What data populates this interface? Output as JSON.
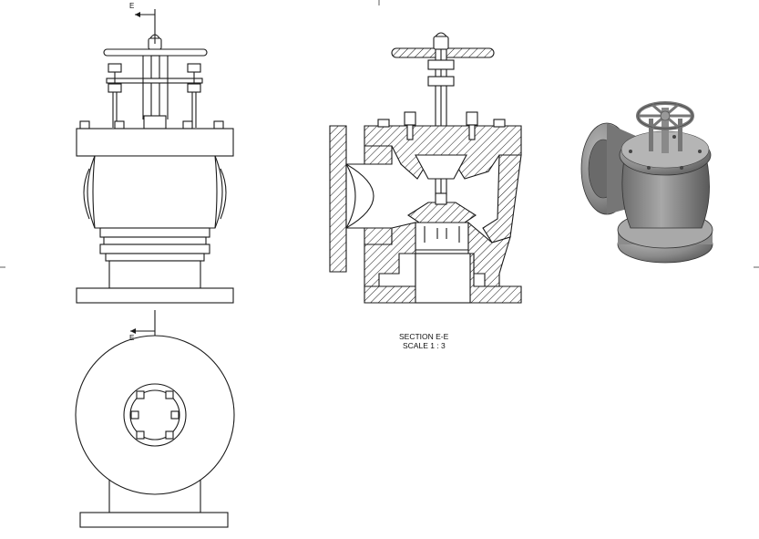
{
  "section_marker_top": "E",
  "section_marker_bottom": "E",
  "section_caption": {
    "line1": "SECTION E-E",
    "line2": "SCALE 1 : 3"
  },
  "colors": {
    "line": "#1a1a1a",
    "paper": "#ffffff",
    "render_body": "#8a8a8a"
  }
}
